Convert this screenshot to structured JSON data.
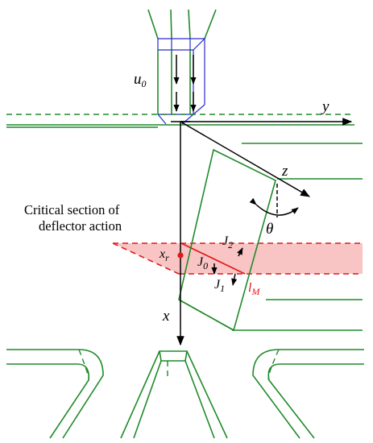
{
  "labels": {
    "u0": "u",
    "u0_sub": "0",
    "y": "y",
    "z": "z",
    "x": "x",
    "theta": "θ",
    "xr": "x",
    "xr_sub": "r",
    "J0": "J",
    "J0_sub": "0",
    "J1": "J",
    "J1_sub": "1",
    "J2": "J",
    "J2_sub": "2",
    "lM": "l",
    "lM_sub": "M"
  },
  "caption": {
    "line1": "Critical section of",
    "line2": "deflector action"
  },
  "colors": {
    "structure": "#1f8a2a",
    "box_edge": "#2a2ad0",
    "axes": "#000000",
    "critical": "#e01818",
    "critical_fill": "#f9c4c4"
  }
}
